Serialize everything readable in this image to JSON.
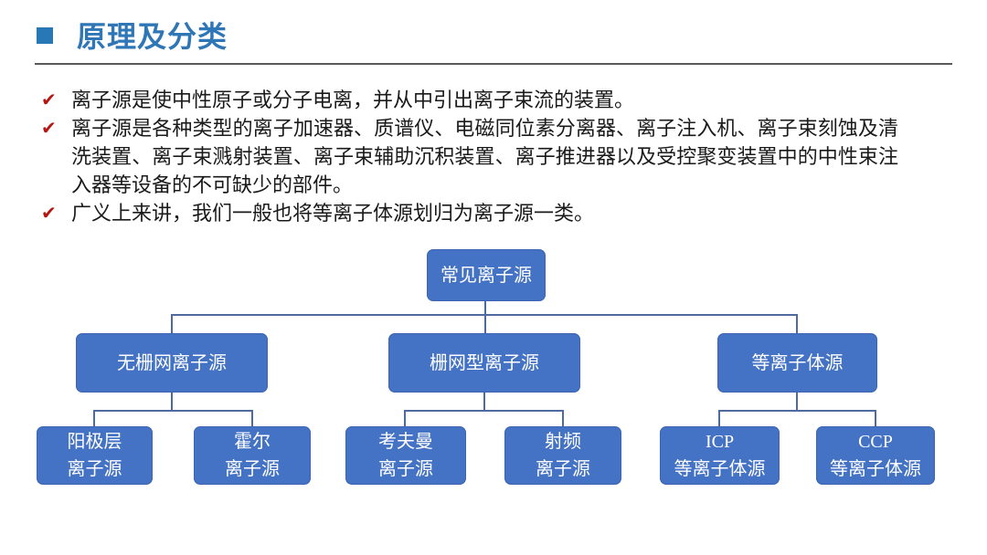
{
  "slide": {
    "title": "原理及分类",
    "check_glyph": "✔",
    "bullets": [
      "离子源是使中性原子或分子电离，并从中引出离子束流的装置。",
      "离子源是各种类型的离子加速器、质谱仪、电磁同位素分离器、离子注入机、离子束刻蚀及清洗装置、离子束溅射装置、离子束辅助沉积装置、离子推进器以及受控聚变装置中的中性束注入器等设备的不可缺少的部件。",
      "广义上来讲，我们一般也将等离子体源划归为离子源一类。"
    ]
  },
  "diagram": {
    "root": {
      "label": "常见离子源"
    },
    "level2": [
      {
        "label": "无栅网离子源"
      },
      {
        "label": "栅网型离子源"
      },
      {
        "label": "等离子体源"
      }
    ],
    "level3": [
      {
        "line1": "阳极层",
        "line2": "离子源"
      },
      {
        "line1": "霍尔",
        "line2": "离子源"
      },
      {
        "line1": "考夫曼",
        "line2": "离子源"
      },
      {
        "line1": "射频",
        "line2": "离子源"
      },
      {
        "line1": "ICP",
        "line2": "等离子体源"
      },
      {
        "line1": "CCP",
        "line2": "等离子体源"
      }
    ],
    "colors": {
      "box_fill": "#4472C4",
      "box_border": "#3C64B0",
      "connector": "#4E6A9E",
      "title": "#2E76B6",
      "title_square": "#2878B5",
      "check": "#B41612"
    }
  }
}
